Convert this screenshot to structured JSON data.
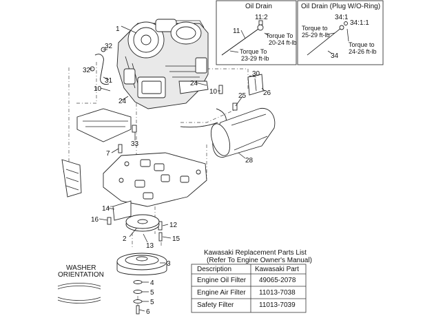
{
  "callouts": [
    "1",
    "32",
    "32",
    "31",
    "10",
    "24",
    "30",
    "24",
    "10",
    "25",
    "26",
    "33",
    "7",
    "28",
    "14",
    "16",
    "12",
    "2",
    "13",
    "15",
    "3",
    "4",
    "5",
    "5",
    "6",
    "11",
    "11:2",
    "34:1",
    "34:1:1",
    "34"
  ],
  "oil_drain": {
    "title": "Oil Drain",
    "torque_a": [
      "Torque To",
      "20-24 ft-lb"
    ],
    "torque_b": [
      "Torque To",
      "23-29 ft-lb"
    ]
  },
  "oil_drain_plug": {
    "title": "Oil Drain (Plug W/O-Ring)",
    "torque_a": [
      "Torque to",
      "25-29 ft-lb"
    ],
    "torque_b": [
      "Torque to",
      "24-26 ft-lb"
    ]
  },
  "washer": {
    "title": [
      "WASHER",
      "ORIENTATION"
    ]
  },
  "parts_list": {
    "title": [
      "Kawasaki Replacement Parts List",
      "(Refer To Engine Owner's Manual)"
    ],
    "headers": [
      "Description",
      "Kawasaki Part"
    ],
    "rows": [
      [
        "Engine Oil Filter",
        "49065-2078"
      ],
      [
        "Engine Air Filter",
        "11013-7038"
      ],
      [
        "Safety Filter",
        "11013-7039"
      ]
    ]
  }
}
